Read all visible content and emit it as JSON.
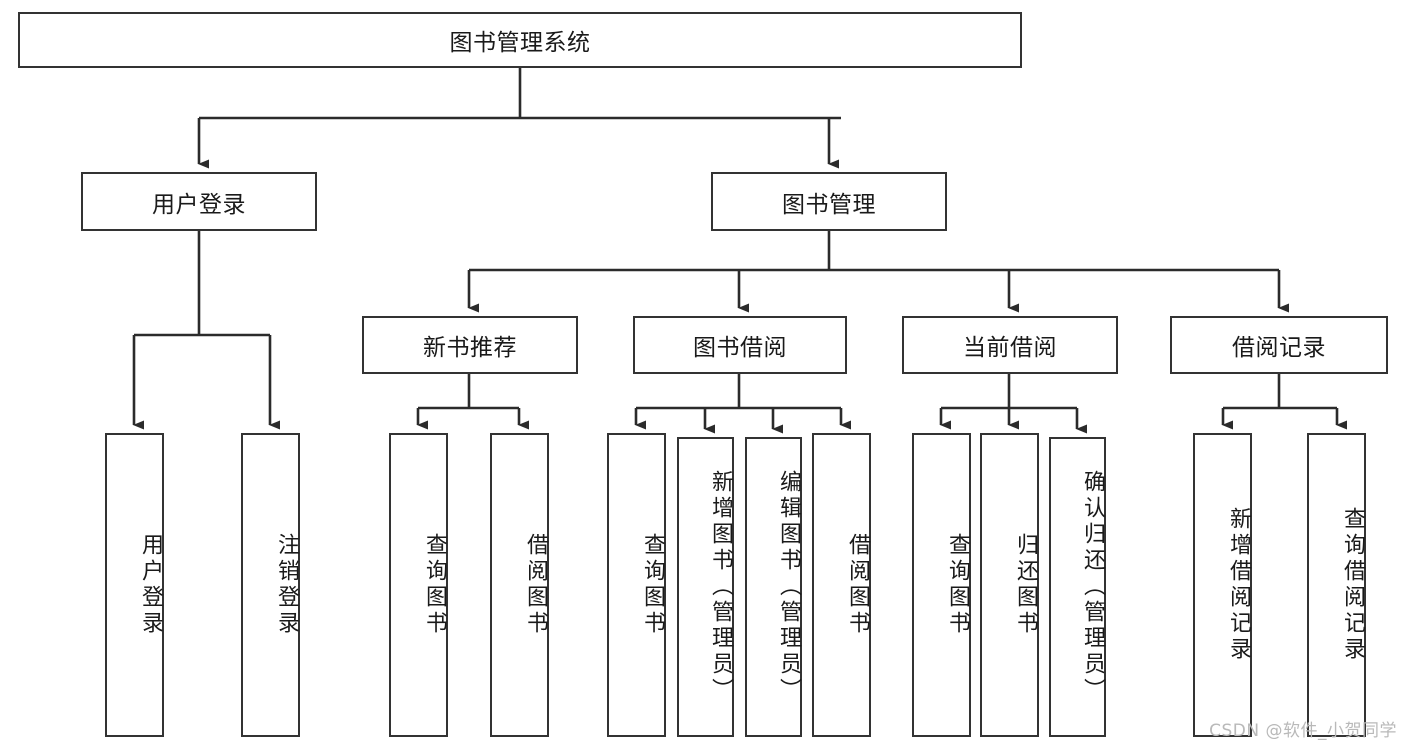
{
  "diagram": {
    "title": "图书管理系统",
    "type": "hierarchy-tree",
    "colors": {
      "background": "#ffffff",
      "box_border": "#333333",
      "box_fill": "#ffffff",
      "connector": "#2b2b2b",
      "text": "#1a1a1a",
      "watermark": "#b9b9b9"
    },
    "root": {
      "label": "图书管理系统"
    },
    "level2": [
      {
        "label": "用户登录"
      },
      {
        "label": "图书管理"
      }
    ],
    "level3": [
      {
        "label": "新书推荐"
      },
      {
        "label": "图书借阅"
      },
      {
        "label": "当前借阅"
      },
      {
        "label": "借阅记录"
      }
    ],
    "leaves": {
      "user_login": [
        {
          "label": "用户登录"
        },
        {
          "label": "注销登录"
        }
      ],
      "new_book_recommend": [
        {
          "label": "查询图书"
        },
        {
          "label": "借阅图书"
        }
      ],
      "book_borrow": [
        {
          "label": "查询图书"
        },
        {
          "label": "新增图书（管理员）"
        },
        {
          "label": "编辑图书（管理员）"
        },
        {
          "label": "借阅图书"
        }
      ],
      "current_borrow": [
        {
          "label": "查询图书"
        },
        {
          "label": "归还图书"
        },
        {
          "label": "确认归还（管理员）"
        }
      ],
      "borrow_record": [
        {
          "label": "新增借阅记录"
        },
        {
          "label": "查询借阅记录"
        }
      ]
    }
  },
  "watermark": {
    "text": "CSDN @软件_小贺同学"
  }
}
